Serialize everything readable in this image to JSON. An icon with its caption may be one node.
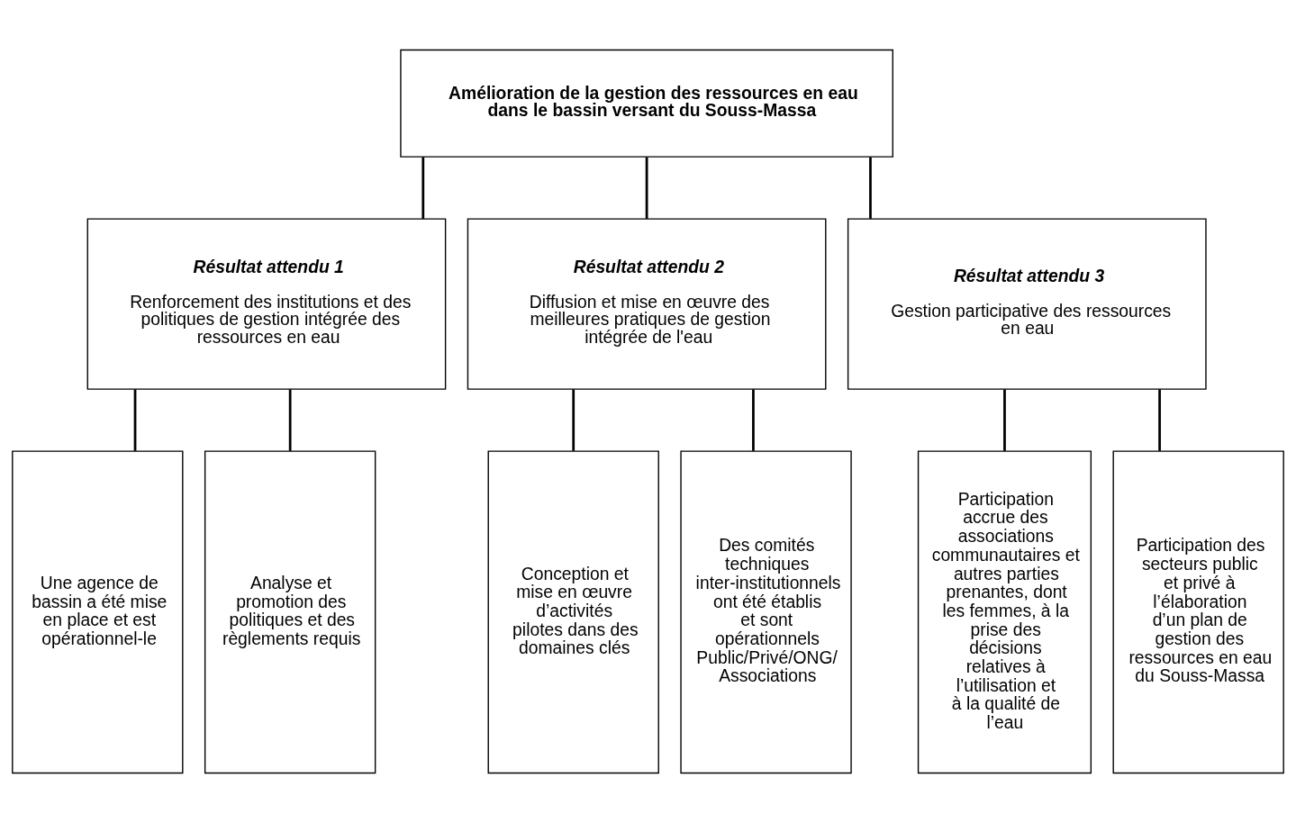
{
  "diagram": {
    "nodes": [
      {
        "text": [
          "Amélioration de la gestion des ressources en eau dans le bassin versant du Souss-Massa"
        ]
      },
      {
        "text": [
          "Résultat attendu 1",
          "Renforcement des institutions et des politiques de gestion intégrée des ressources en eau"
        ]
      },
      {
        "text": [
          "Résultat attendu 2",
          "Diffusion et mise en œuvre des meilleures pratiques de gestion intégrée de l'eau"
        ]
      },
      {
        "text": [
          "Résultat attendu 3",
          "Gestion participative des ressources en eau"
        ]
      },
      {
        "text": [
          "Une agence de bassin a été mise en place et est opérationnel-le"
        ]
      },
      {
        "text": [
          "Analyse et promotion des politiques et des règlements requis"
        ]
      },
      {
        "text": [
          "Conception et mise en œuvre d’activités pilotes dans des domaines clés"
        ]
      },
      {
        "text": [
          "Des comités techniques inter-institutionnels ont été établis et sont opérationnels Public/Privé/ONG/ Associations"
        ]
      },
      {
        "text": [
          "Participation accrue des associations communautaires et autres parties prenantes, dont les femmes, à la prise des décisions relatives à l’utilisation et à la qualité de l’eau"
        ]
      },
      {
        "text": [
          "Participation des secteurs public et privé à l’élaboration d’un plan de gestion des ressources en eau du Souss-Massa"
        ]
      }
    ],
    "edges": [
      {
        "from": 0,
        "to": 1,
        "arrow": "none"
      },
      {
        "from": 0,
        "to": 2,
        "arrow": "none"
      },
      {
        "from": 0,
        "to": 3,
        "arrow": "none"
      },
      {
        "from": 1,
        "to": 4,
        "arrow": "none"
      },
      {
        "from": 1,
        "to": 5,
        "arrow": "none"
      },
      {
        "from": 2,
        "to": 6,
        "arrow": "none"
      },
      {
        "from": 2,
        "to": 7,
        "arrow": "none"
      },
      {
        "from": 3,
        "to": 8,
        "arrow": "none"
      },
      {
        "from": 3,
        "to": 9,
        "arrow": "none"
      }
    ]
  }
}
